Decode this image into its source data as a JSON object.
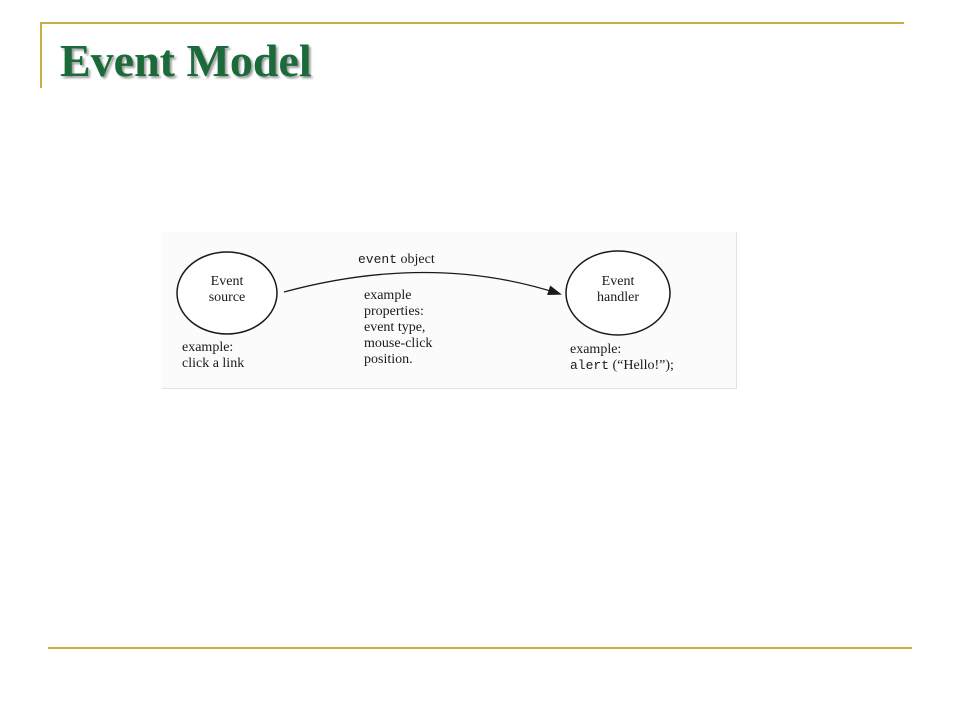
{
  "slide": {
    "title": "Event Model",
    "accent_color": "#c8b042",
    "title_color": "#1b6b3a"
  },
  "diagram": {
    "source_node": {
      "line1": "Event",
      "line2": "source",
      "example_label": "example:",
      "example_value": "click a link"
    },
    "handler_node": {
      "line1": "Event",
      "line2": "handler",
      "example_label": "example:",
      "example_code": "alert",
      "example_args": " (“Hello!”);"
    },
    "edge": {
      "label_code": "event",
      "label_text": " object",
      "properties_lines": [
        "example",
        "properties:",
        "event type,",
        "mouse-click",
        "position."
      ]
    }
  }
}
